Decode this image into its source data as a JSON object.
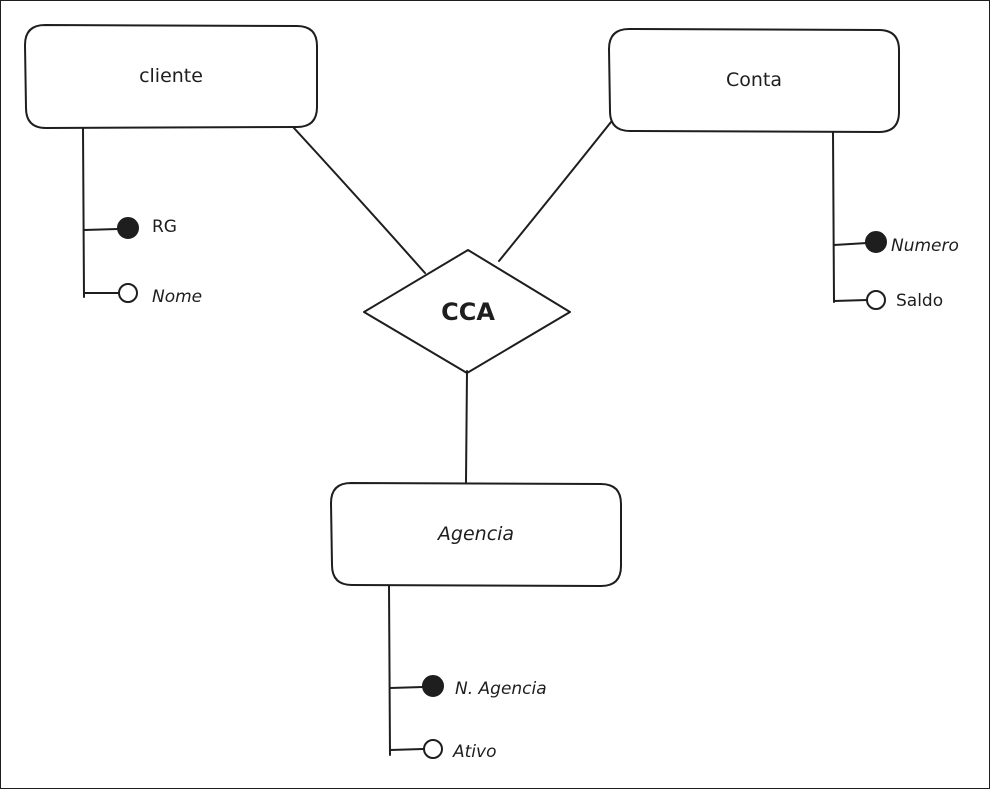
{
  "colors": {
    "stroke": "#1e1e1e",
    "background": "#ffffff"
  },
  "entities": {
    "cliente": {
      "label": "cliente"
    },
    "conta": {
      "label": "Conta"
    },
    "agencia": {
      "label": "Agencia"
    }
  },
  "relationship": {
    "label": "CCA"
  },
  "attributes": {
    "cliente": [
      {
        "label": "RG",
        "key": true
      },
      {
        "label": "Nome",
        "key": false
      }
    ],
    "conta": [
      {
        "label": "Numero",
        "key": true
      },
      {
        "label": "Saldo",
        "key": false
      }
    ],
    "agencia": [
      {
        "label": "N. Agencia",
        "key": true
      },
      {
        "label": "Ativo",
        "key": false
      }
    ]
  }
}
